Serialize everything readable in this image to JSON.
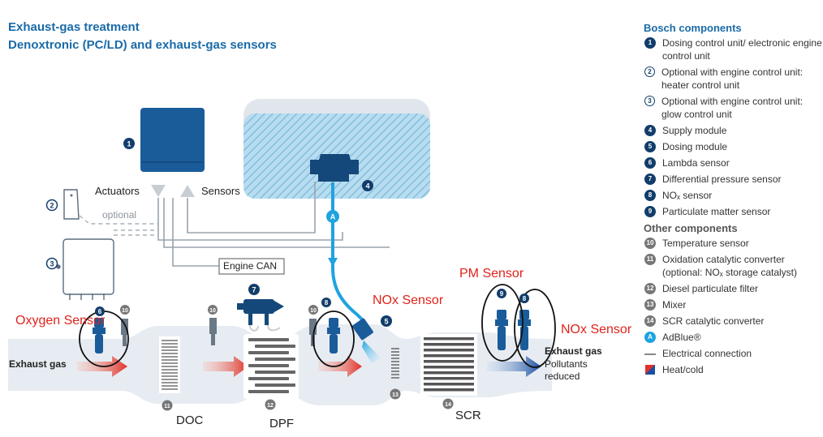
{
  "title": {
    "line1": "Exhaust-gas treatment",
    "line2": "Denoxtronic (PC/LD) and exhaust-gas sensors"
  },
  "legend": {
    "bosch_heading": "Bosch components",
    "bosch_items": [
      {
        "n": "1",
        "text": "Dosing control unit/ electronic engine control unit",
        "style": "filled"
      },
      {
        "n": "2",
        "text": "Optional with engine control unit: heater control unit",
        "style": "outline"
      },
      {
        "n": "3",
        "text": "Optional with engine control unit: glow control unit",
        "style": "outline"
      },
      {
        "n": "4",
        "text": "Supply module",
        "style": "filled"
      },
      {
        "n": "5",
        "text": "Dosing module",
        "style": "filled"
      },
      {
        "n": "6",
        "text": "Lambda sensor",
        "style": "filled"
      },
      {
        "n": "7",
        "text": "Differential pressure sensor",
        "style": "filled"
      },
      {
        "n": "8",
        "text": "NOₓ sensor",
        "style": "filled"
      },
      {
        "n": "9",
        "text": "Particulate matter sensor",
        "style": "filled"
      }
    ],
    "other_heading": "Other components",
    "other_items": [
      {
        "n": "10",
        "text": "Temperature sensor"
      },
      {
        "n": "11",
        "text": "Oxidation catalytic converter (optional: NOₓ storage catalyst)"
      },
      {
        "n": "12",
        "text": "Diesel particulate filter"
      },
      {
        "n": "13",
        "text": "Mixer"
      },
      {
        "n": "14",
        "text": "SCR catalytic converter"
      }
    ],
    "adblue": {
      "n": "A",
      "text": "AdBlue®"
    },
    "electrical": "Electrical connection",
    "heatcold": "Heat/cold"
  },
  "labels": {
    "actuators": "Actuators",
    "sensors": "Sensors",
    "optional": "optional",
    "engine_can": "Engine CAN",
    "exhaust_gas_in": "Exhaust gas",
    "exhaust_gas_out": "Exhaust gas",
    "pollutants_reduced": "Pollutants reduced",
    "doc": "DOC",
    "dpf": "DPF",
    "scr": "SCR"
  },
  "annotations": {
    "oxygen_sensor": "Oxygen Sensor",
    "nox_sensor_1": "NOx Sensor",
    "pm_sensor": "PM Sensor",
    "nox_sensor_2": "NOx Sensor"
  },
  "callouts": {
    "c1": "1",
    "c2": "2",
    "c3": "3",
    "c4": "4",
    "c5": "5",
    "c6": "6",
    "c7": "7",
    "c8": "8",
    "c9": "9",
    "c10a": "10",
    "c10b": "10",
    "c10c": "10",
    "c11": "11",
    "c12": "12",
    "c13": "13",
    "c14": "14",
    "cA": "A"
  },
  "colors": {
    "bosch_blue": "#1a6ba8",
    "ecu_blue": "#1a5c99",
    "dark_navy": "#123d6b",
    "adblue_cyan": "#1fa3e0",
    "annotation_red": "#e0231b",
    "hot_red": "#e0322a",
    "cold_blue": "#1a4fa0"
  }
}
